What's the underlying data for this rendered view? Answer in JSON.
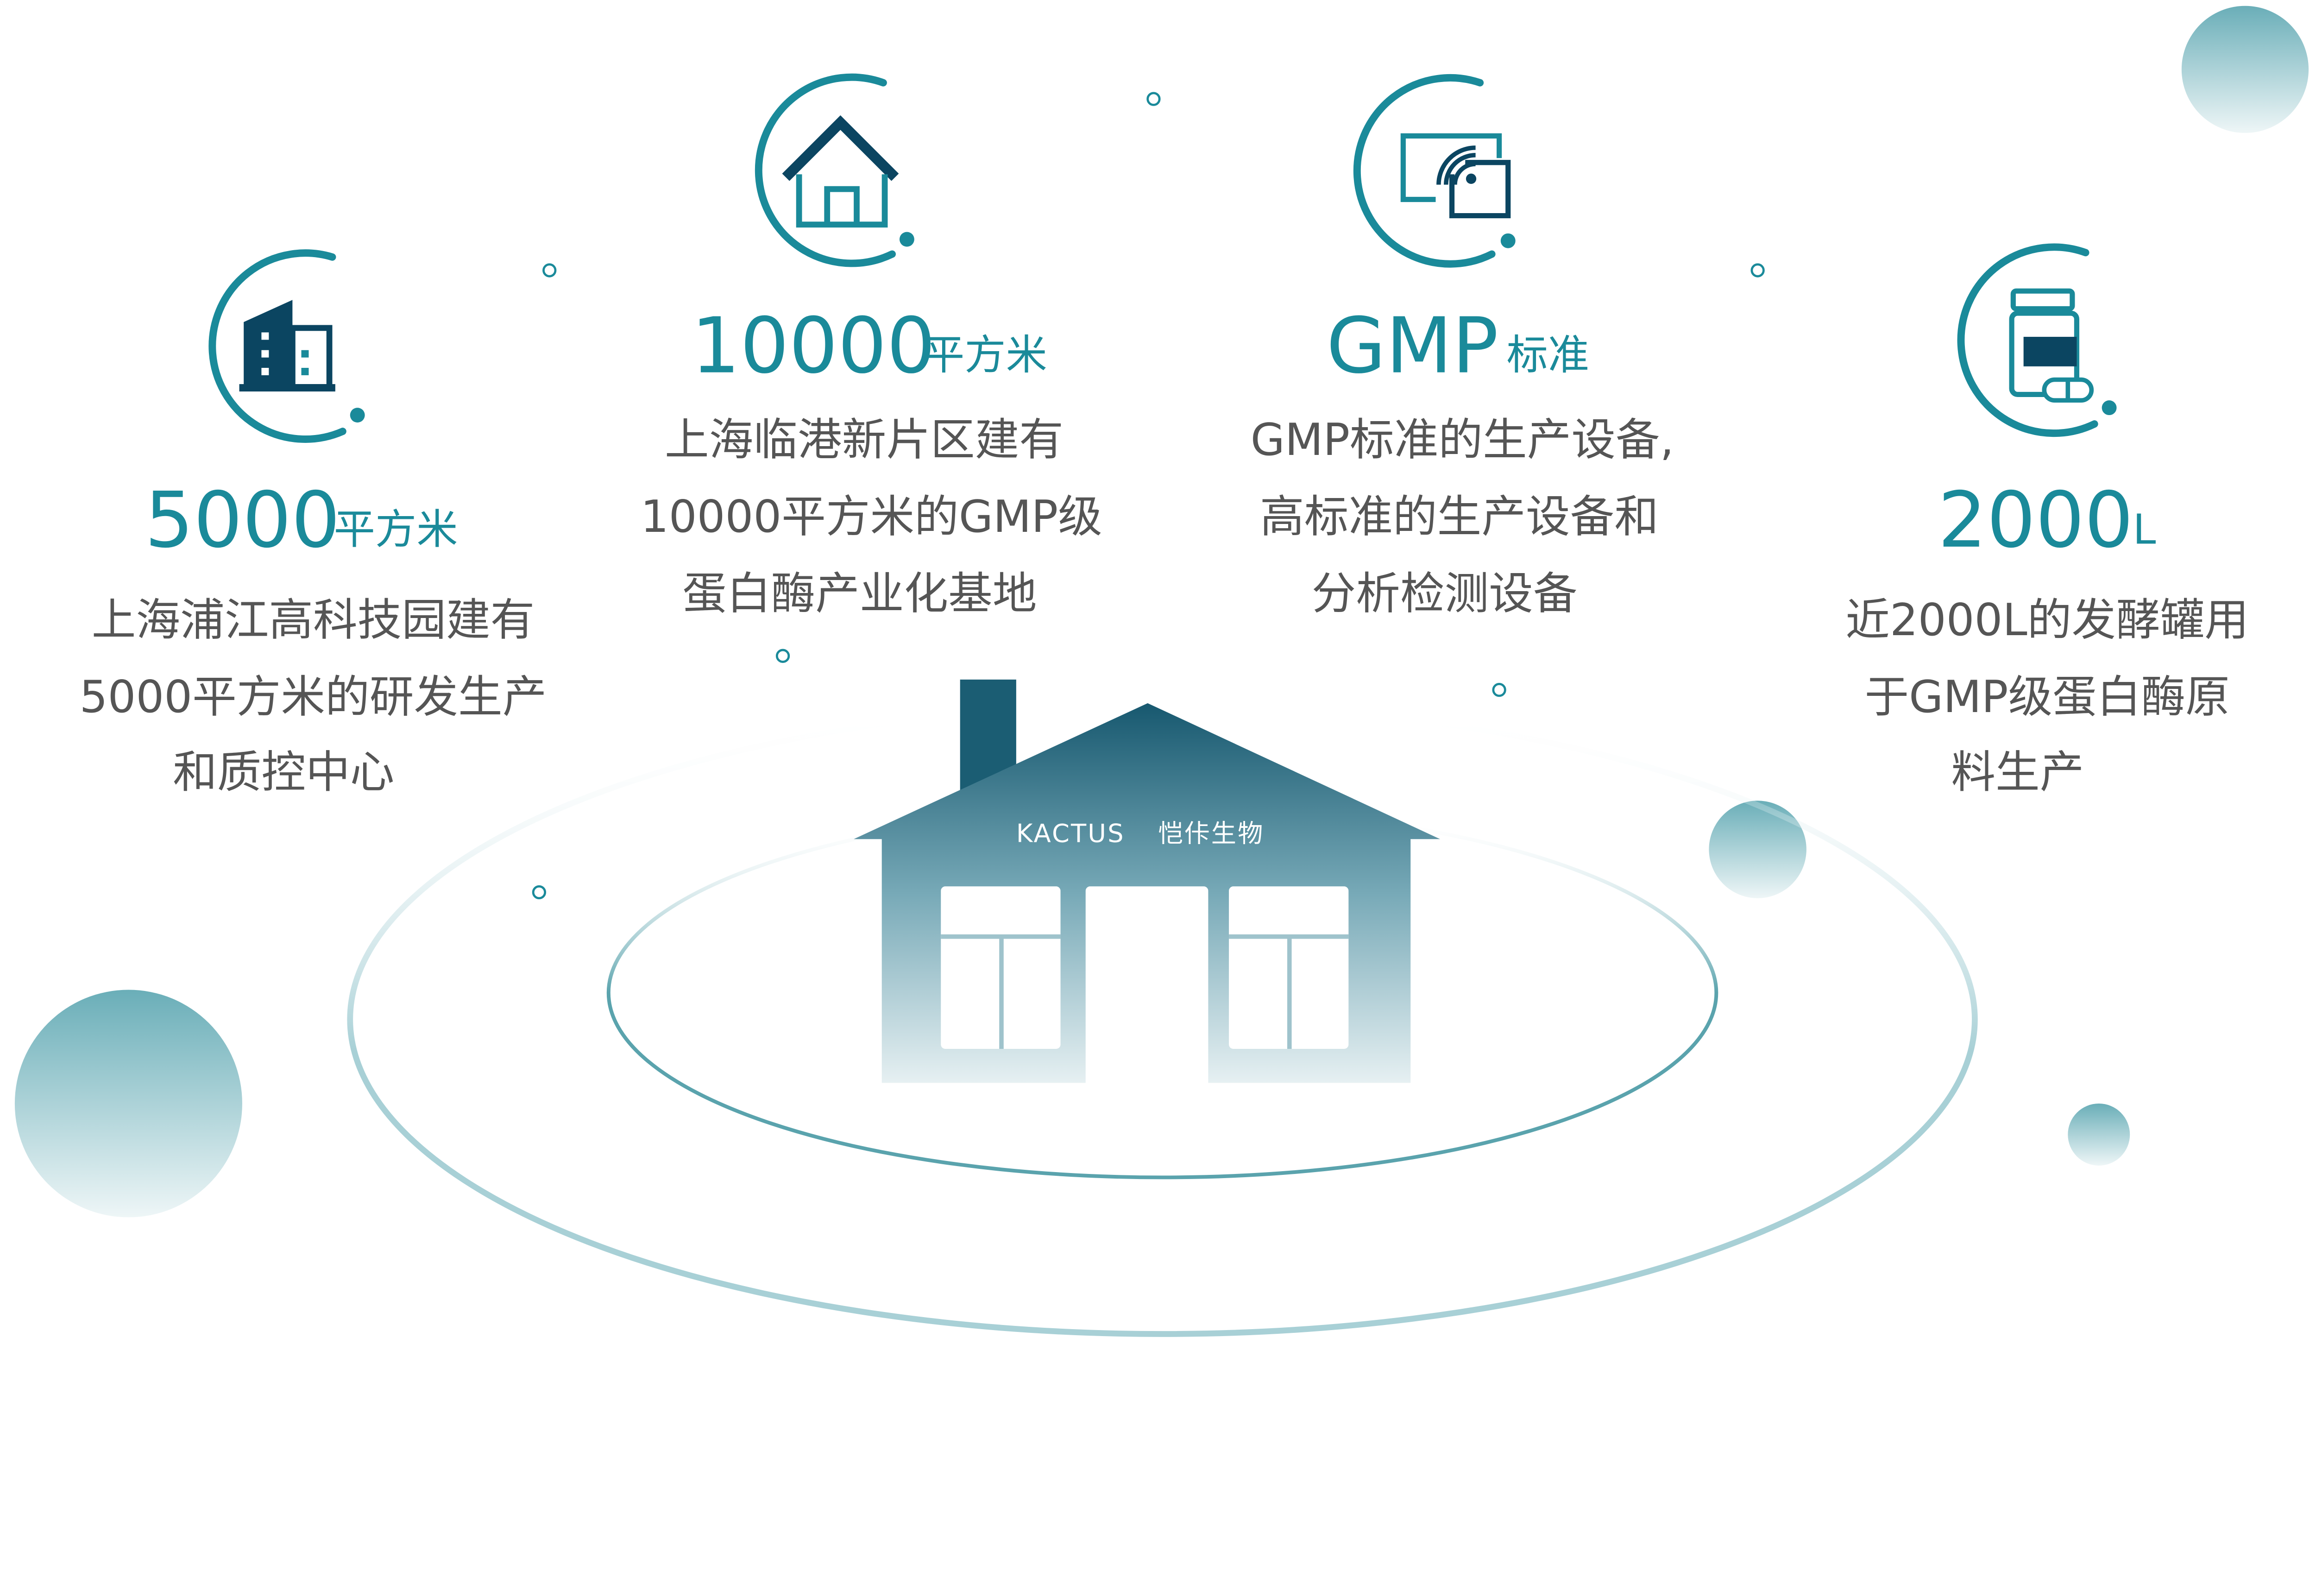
{
  "colors": {
    "accent": "#1a8a9a",
    "dark": "#0b4561",
    "text": "#555555"
  },
  "features": [
    {
      "icon": "building-icon",
      "value": "5000",
      "unit": "平方米",
      "lines": [
        "上海浦江高科技园建有",
        "5000平方米的研发生产",
        "和质控中心"
      ]
    },
    {
      "icon": "house-icon",
      "value": "10000",
      "unit": "平方米",
      "lines": [
        "上海临港新片区建有",
        "10000平方米的GMP级",
        "蛋白酶产业化基地"
      ]
    },
    {
      "icon": "wireless-device-icon",
      "value": "GMP",
      "unit": "标准",
      "lines": [
        "GMP标准的生产设备,",
        "高标准的生产设备和",
        "分析检测设备"
      ]
    },
    {
      "icon": "medicine-bottle-icon",
      "value": "2000",
      "unit": "L",
      "lines": [
        "近2000L的发酵罐用",
        "于GMP级蛋白酶原",
        "料生产"
      ]
    }
  ],
  "house": {
    "logo_text": "KACTUS",
    "logo_cn": "恺佧生物"
  }
}
